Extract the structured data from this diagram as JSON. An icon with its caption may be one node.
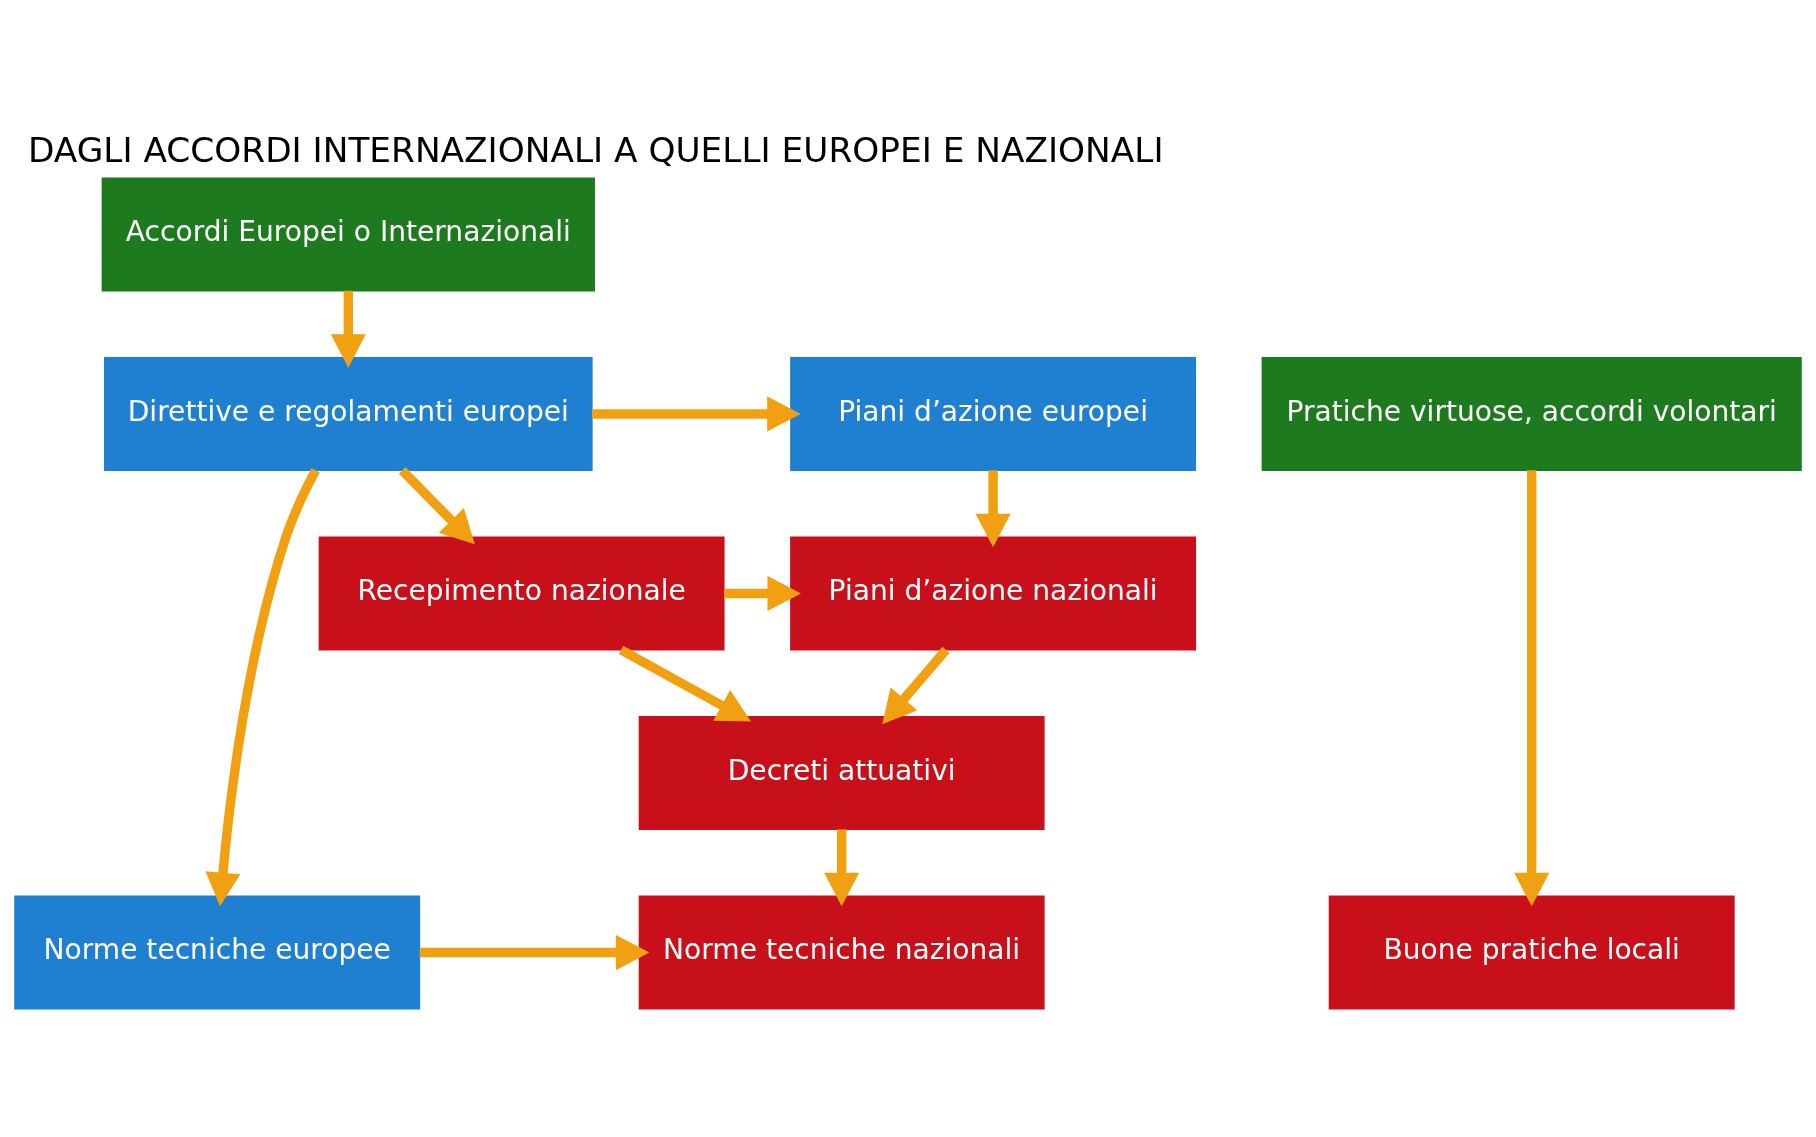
{
  "diagram": {
    "title": "DAGLI ACCORDI INTERNAZIONALI A QUELLI EUROPEI E NAZIONALI",
    "nodes": [
      {
        "text": [
          "Accordi Europei o Internazionali"
        ]
      },
      {
        "text": [
          "Pratiche virtuose, accordi volontari"
        ]
      },
      {
        "text": [
          "Direttive e regolamenti europei"
        ]
      },
      {
        "text": [
          "Piani d’azione europei"
        ]
      },
      {
        "text": [
          "Recepimento nazionale"
        ]
      },
      {
        "text": [
          "Piani d’azione nazionali"
        ]
      },
      {
        "text": [
          "Decreti attuativi"
        ]
      },
      {
        "text": [
          "Buone pratiche locali"
        ]
      },
      {
        "text": [
          "Norme tecniche europee"
        ]
      },
      {
        "text": [
          "Norme tecniche nazionali"
        ]
      }
    ],
    "edges": [
      {
        "from": 0,
        "to": 2,
        "arrow": "to"
      },
      {
        "from": 1,
        "to": 7,
        "arrow": "to"
      },
      {
        "from": 2,
        "to": 8,
        "arrow": "to"
      },
      {
        "from": 2,
        "to": 3,
        "arrow": "to"
      },
      {
        "from": 2,
        "to": 4,
        "arrow": "to"
      },
      {
        "from": 3,
        "to": 5,
        "arrow": "to"
      },
      {
        "from": 4,
        "to": 5,
        "arrow": "to"
      },
      {
        "from": 4,
        "to": 6,
        "arrow": "to"
      },
      {
        "from": 5,
        "to": 6,
        "arrow": "to"
      },
      {
        "from": 6,
        "to": 9,
        "arrow": "to"
      },
      {
        "from": 8,
        "to": 9,
        "arrow": "to"
      }
    ]
  }
}
